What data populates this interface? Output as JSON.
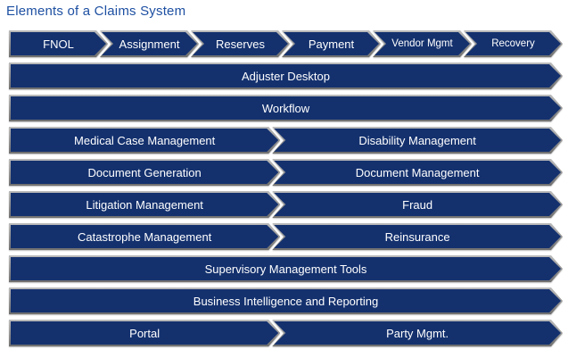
{
  "title": "Elements of a Claims System",
  "colors": {
    "bar_fill": "#14316E",
    "bar_outline_light": "#BCBCBC",
    "bar_outline_dark": "#6F6F6F",
    "title_text": "#1E50A2",
    "label_text": "#FFFFFF",
    "background": "#FFFFFF"
  },
  "rows": [
    {
      "type": "process",
      "segments": [
        {
          "label": "FNOL"
        },
        {
          "label": "Assignment"
        },
        {
          "label": "Reserves"
        },
        {
          "label": "Payment"
        },
        {
          "label": "Vendor Mgmt"
        },
        {
          "label": "Recovery"
        }
      ]
    },
    {
      "type": "full",
      "segments": [
        {
          "label": "Adjuster Desktop"
        }
      ]
    },
    {
      "type": "full",
      "segments": [
        {
          "label": "Workflow"
        }
      ]
    },
    {
      "type": "split",
      "segments": [
        {
          "label": "Medical Case Management"
        },
        {
          "label": "Disability Management"
        }
      ]
    },
    {
      "type": "split",
      "segments": [
        {
          "label": "Document Generation"
        },
        {
          "label": "Document Management"
        }
      ]
    },
    {
      "type": "split",
      "segments": [
        {
          "label": "Litigation Management"
        },
        {
          "label": "Fraud"
        }
      ]
    },
    {
      "type": "split",
      "segments": [
        {
          "label": "Catastrophe Management"
        },
        {
          "label": "Reinsurance"
        }
      ]
    },
    {
      "type": "full",
      "segments": [
        {
          "label": "Supervisory Management Tools"
        }
      ]
    },
    {
      "type": "full",
      "segments": [
        {
          "label": "Business Intelligence and Reporting"
        }
      ]
    },
    {
      "type": "split",
      "segments": [
        {
          "label": "Portal"
        },
        {
          "label": "Party Mgmt."
        }
      ]
    }
  ]
}
